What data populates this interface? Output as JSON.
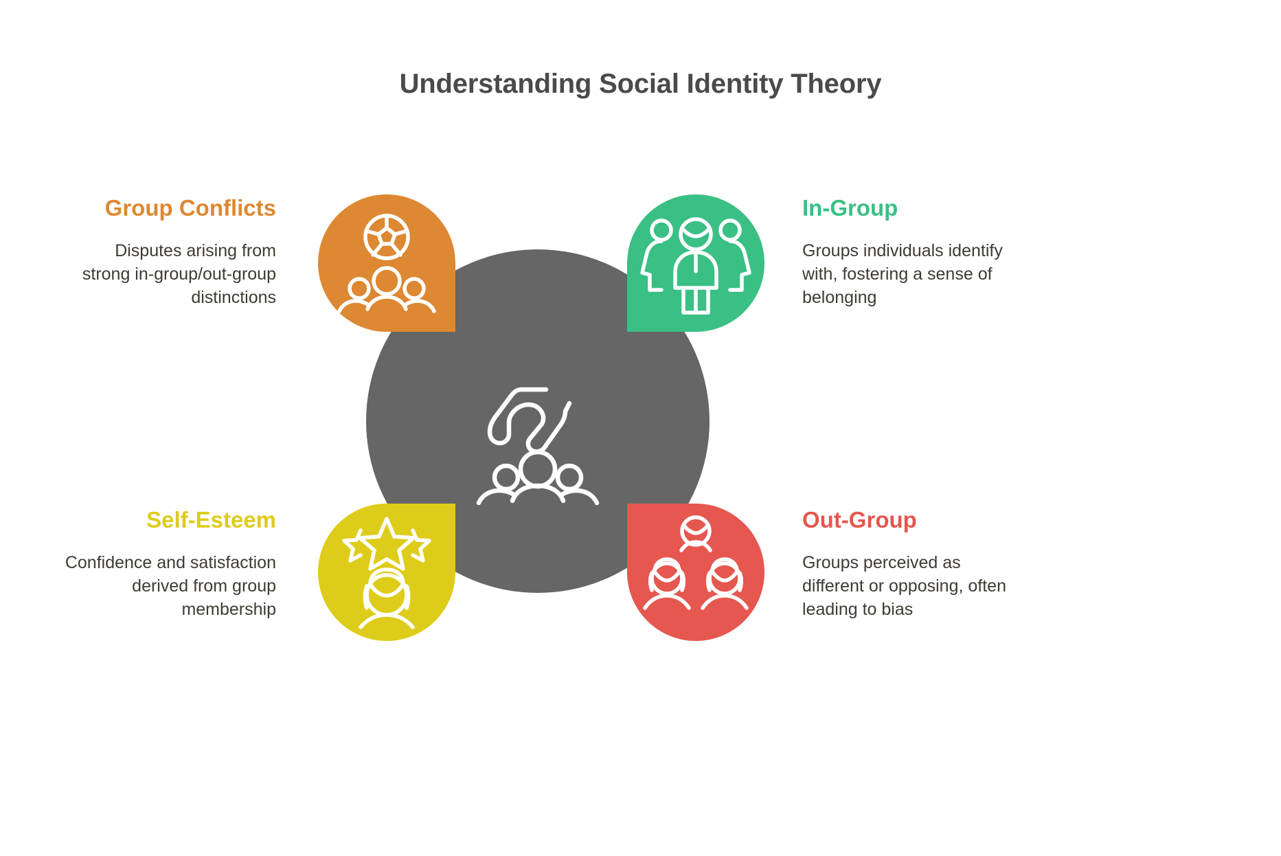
{
  "title": "Understanding Social Identity Theory",
  "colors": {
    "orange": "#dd8832",
    "green": "#3abf85",
    "yellow": "#decc1a",
    "red": "#e5574f",
    "center_grey": "#666666",
    "title_grey": "#4a4a4a",
    "body_text": "#3f3a33",
    "background": "#ffffff"
  },
  "center": {
    "icon": "handshake-over-people-icon"
  },
  "quadrants": {
    "top_left": {
      "heading": "Group Conflicts",
      "body": "Disputes arising from strong in-group/out-group distinctions",
      "color": "#dd8832",
      "icon": "soccer-ball-over-people-icon"
    },
    "top_right": {
      "heading": "In-Group",
      "body": "Groups individuals identify with, fostering a sense of belonging",
      "color": "#3abf85",
      "icon": "team-jersey-people-icon"
    },
    "bottom_left": {
      "heading": "Self-Esteem",
      "body": "Confidence and satisfaction derived from group membership",
      "color": "#decc1a",
      "icon": "three-stars-over-person-icon"
    },
    "bottom_right": {
      "heading": "Out-Group",
      "body": "Groups perceived as different or opposing, often leading to bias",
      "color": "#e5574f",
      "icon": "three-separate-people-icon"
    }
  }
}
